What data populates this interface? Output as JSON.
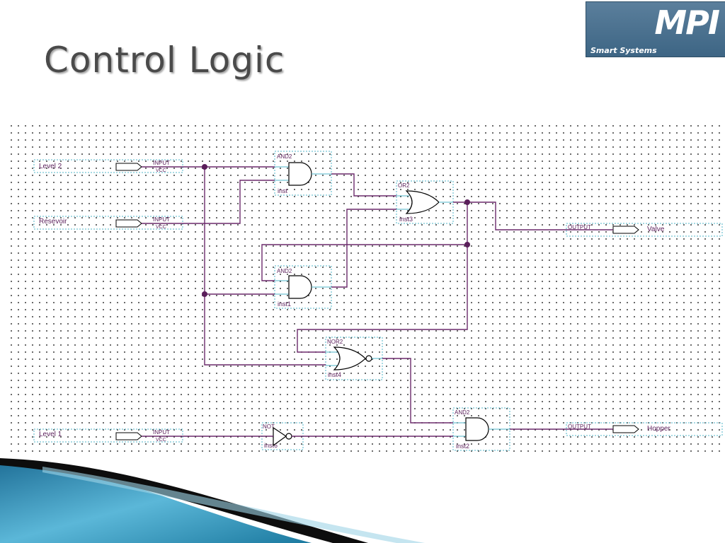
{
  "slide": {
    "title": "Control Logic"
  },
  "logo": {
    "mark": "MPI",
    "subtitle": "Smart Systems"
  },
  "schematic": {
    "inputs": [
      {
        "name": "Level 2",
        "type": "INPUT",
        "vcc": "VCC"
      },
      {
        "name": "Resevoir",
        "type": "INPUT",
        "vcc": "VCC"
      },
      {
        "name": "Level 1",
        "type": "INPUT",
        "vcc": "VCC"
      }
    ],
    "outputs": [
      {
        "name": "Valve",
        "type": "OUTPUT"
      },
      {
        "name": "Hopper",
        "type": "OUTPUT"
      }
    ],
    "gates": [
      {
        "type": "AND2",
        "inst": "inst"
      },
      {
        "type": "AND2",
        "inst": "inst1"
      },
      {
        "type": "OR2",
        "inst": "inst3"
      },
      {
        "type": "NOR2",
        "inst": "inst4"
      },
      {
        "type": "NOT",
        "inst": "inst6"
      },
      {
        "type": "AND2",
        "inst": "inst2"
      }
    ]
  },
  "colors": {
    "wire": "#6b2a6b",
    "gate_box": "#4fb6c8",
    "title": "#4a4a4a",
    "logo_bg": "#4a6f8f"
  }
}
